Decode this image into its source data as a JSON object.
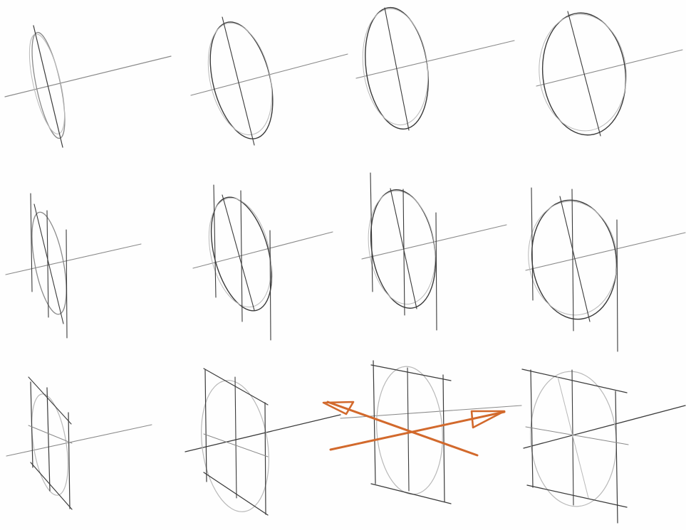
{
  "sheet": {
    "rows": 3,
    "columns": 4
  },
  "colors": {
    "paper": "#fefefe",
    "graphite_dark": "#3a3a3a",
    "graphite_mid": "#8a8a8a",
    "graphite_light": "#b9b9b9",
    "orange_accent": "#d2692c"
  },
  "icons": {
    "arrow_left": "open-triangle-arrowhead",
    "arrow_right": "open-triangle-arrowhead"
  }
}
